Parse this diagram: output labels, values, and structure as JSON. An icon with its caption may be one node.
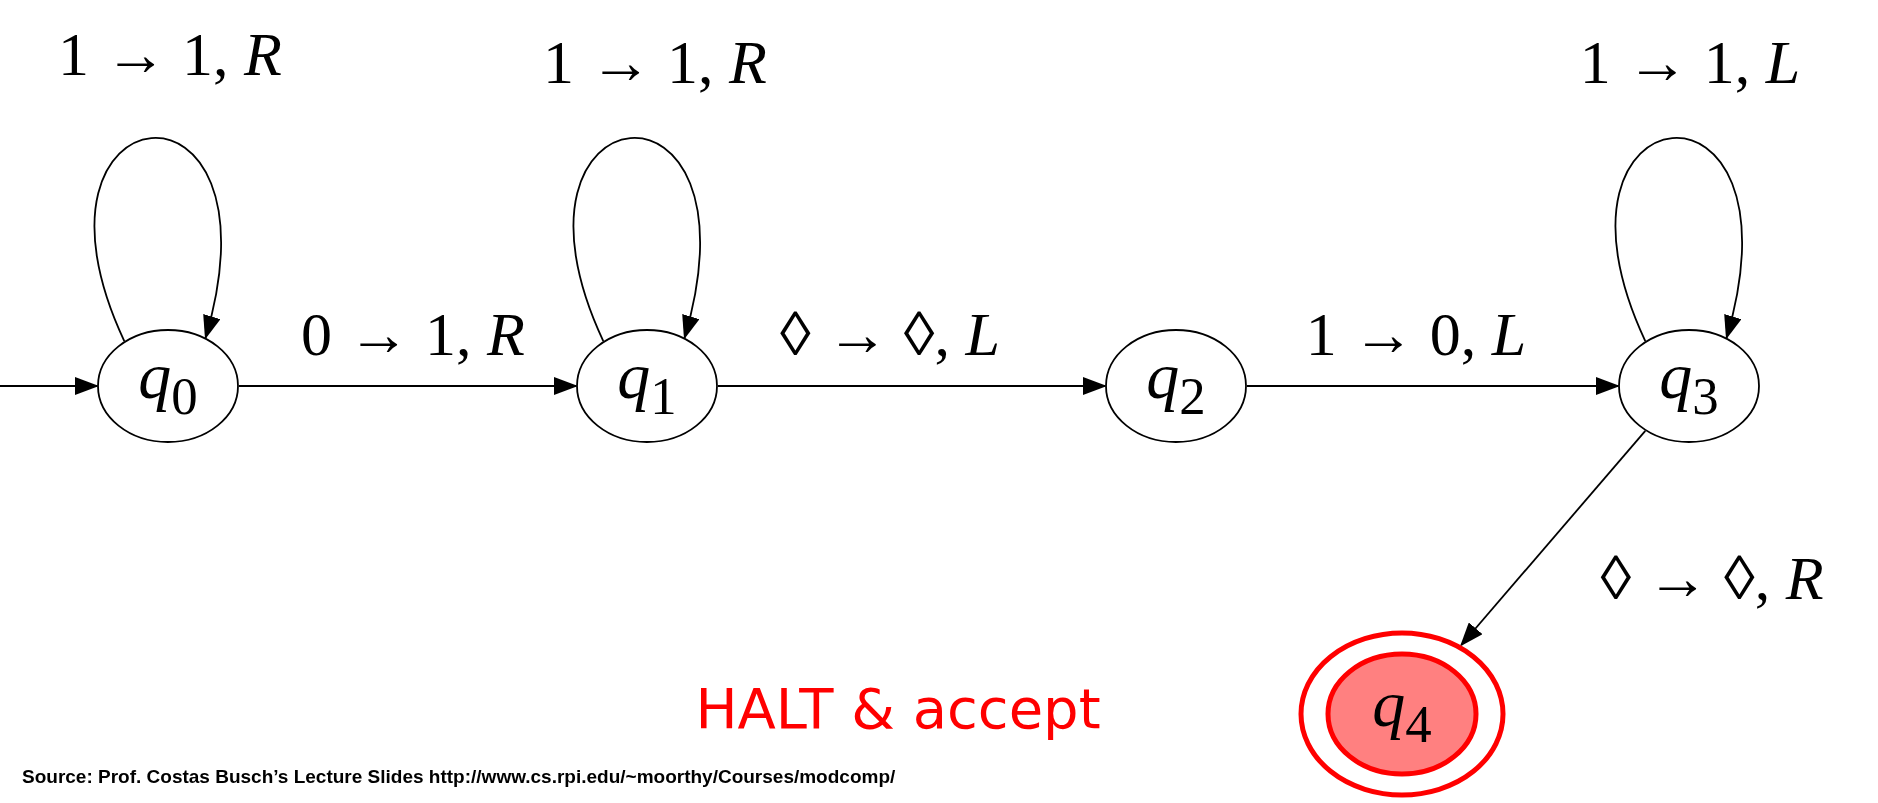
{
  "diagram": {
    "nodes": [
      {
        "text": [
          "*q*$_{0}$"
        ]
      },
      {
        "text": [
          "*q*$_{1}$"
        ]
      },
      {
        "text": [
          "*q*$_{2}$"
        ]
      },
      {
        "text": [
          "*q*$_{3}$"
        ]
      },
      {
        "text": [
          "*q*$_{4}$"
        ],
        "beside": [
          "HALT & accept"
        ]
      }
    ],
    "edges": [
      {
        "from": null,
        "to": 0,
        "arrow": "to"
      },
      {
        "from": 0,
        "to": 0,
        "arrow": "to",
        "label": "1 → 1, *R*"
      },
      {
        "from": 0,
        "to": 1,
        "arrow": "to",
        "label": "0 → 1, *R*"
      },
      {
        "from": 1,
        "to": 1,
        "arrow": "to",
        "label": "1 → 1, *R*"
      },
      {
        "from": 1,
        "to": 2,
        "arrow": "to",
        "label": "◊ → ◊, *L*"
      },
      {
        "from": 2,
        "to": 3,
        "arrow": "to",
        "label": "1 → 0, *L*"
      },
      {
        "from": 3,
        "to": 3,
        "arrow": "to",
        "label": "1 → 1, *L*"
      },
      {
        "from": 3,
        "to": 4,
        "arrow": "to",
        "label": "◊ → ◊, *R*"
      }
    ],
    "labels": [
      "Source: Prof. Costas Busch’s Lecture Slides http://www.cs.rpi.edu/~moorthy/Courses/modcomp/"
    ]
  }
}
